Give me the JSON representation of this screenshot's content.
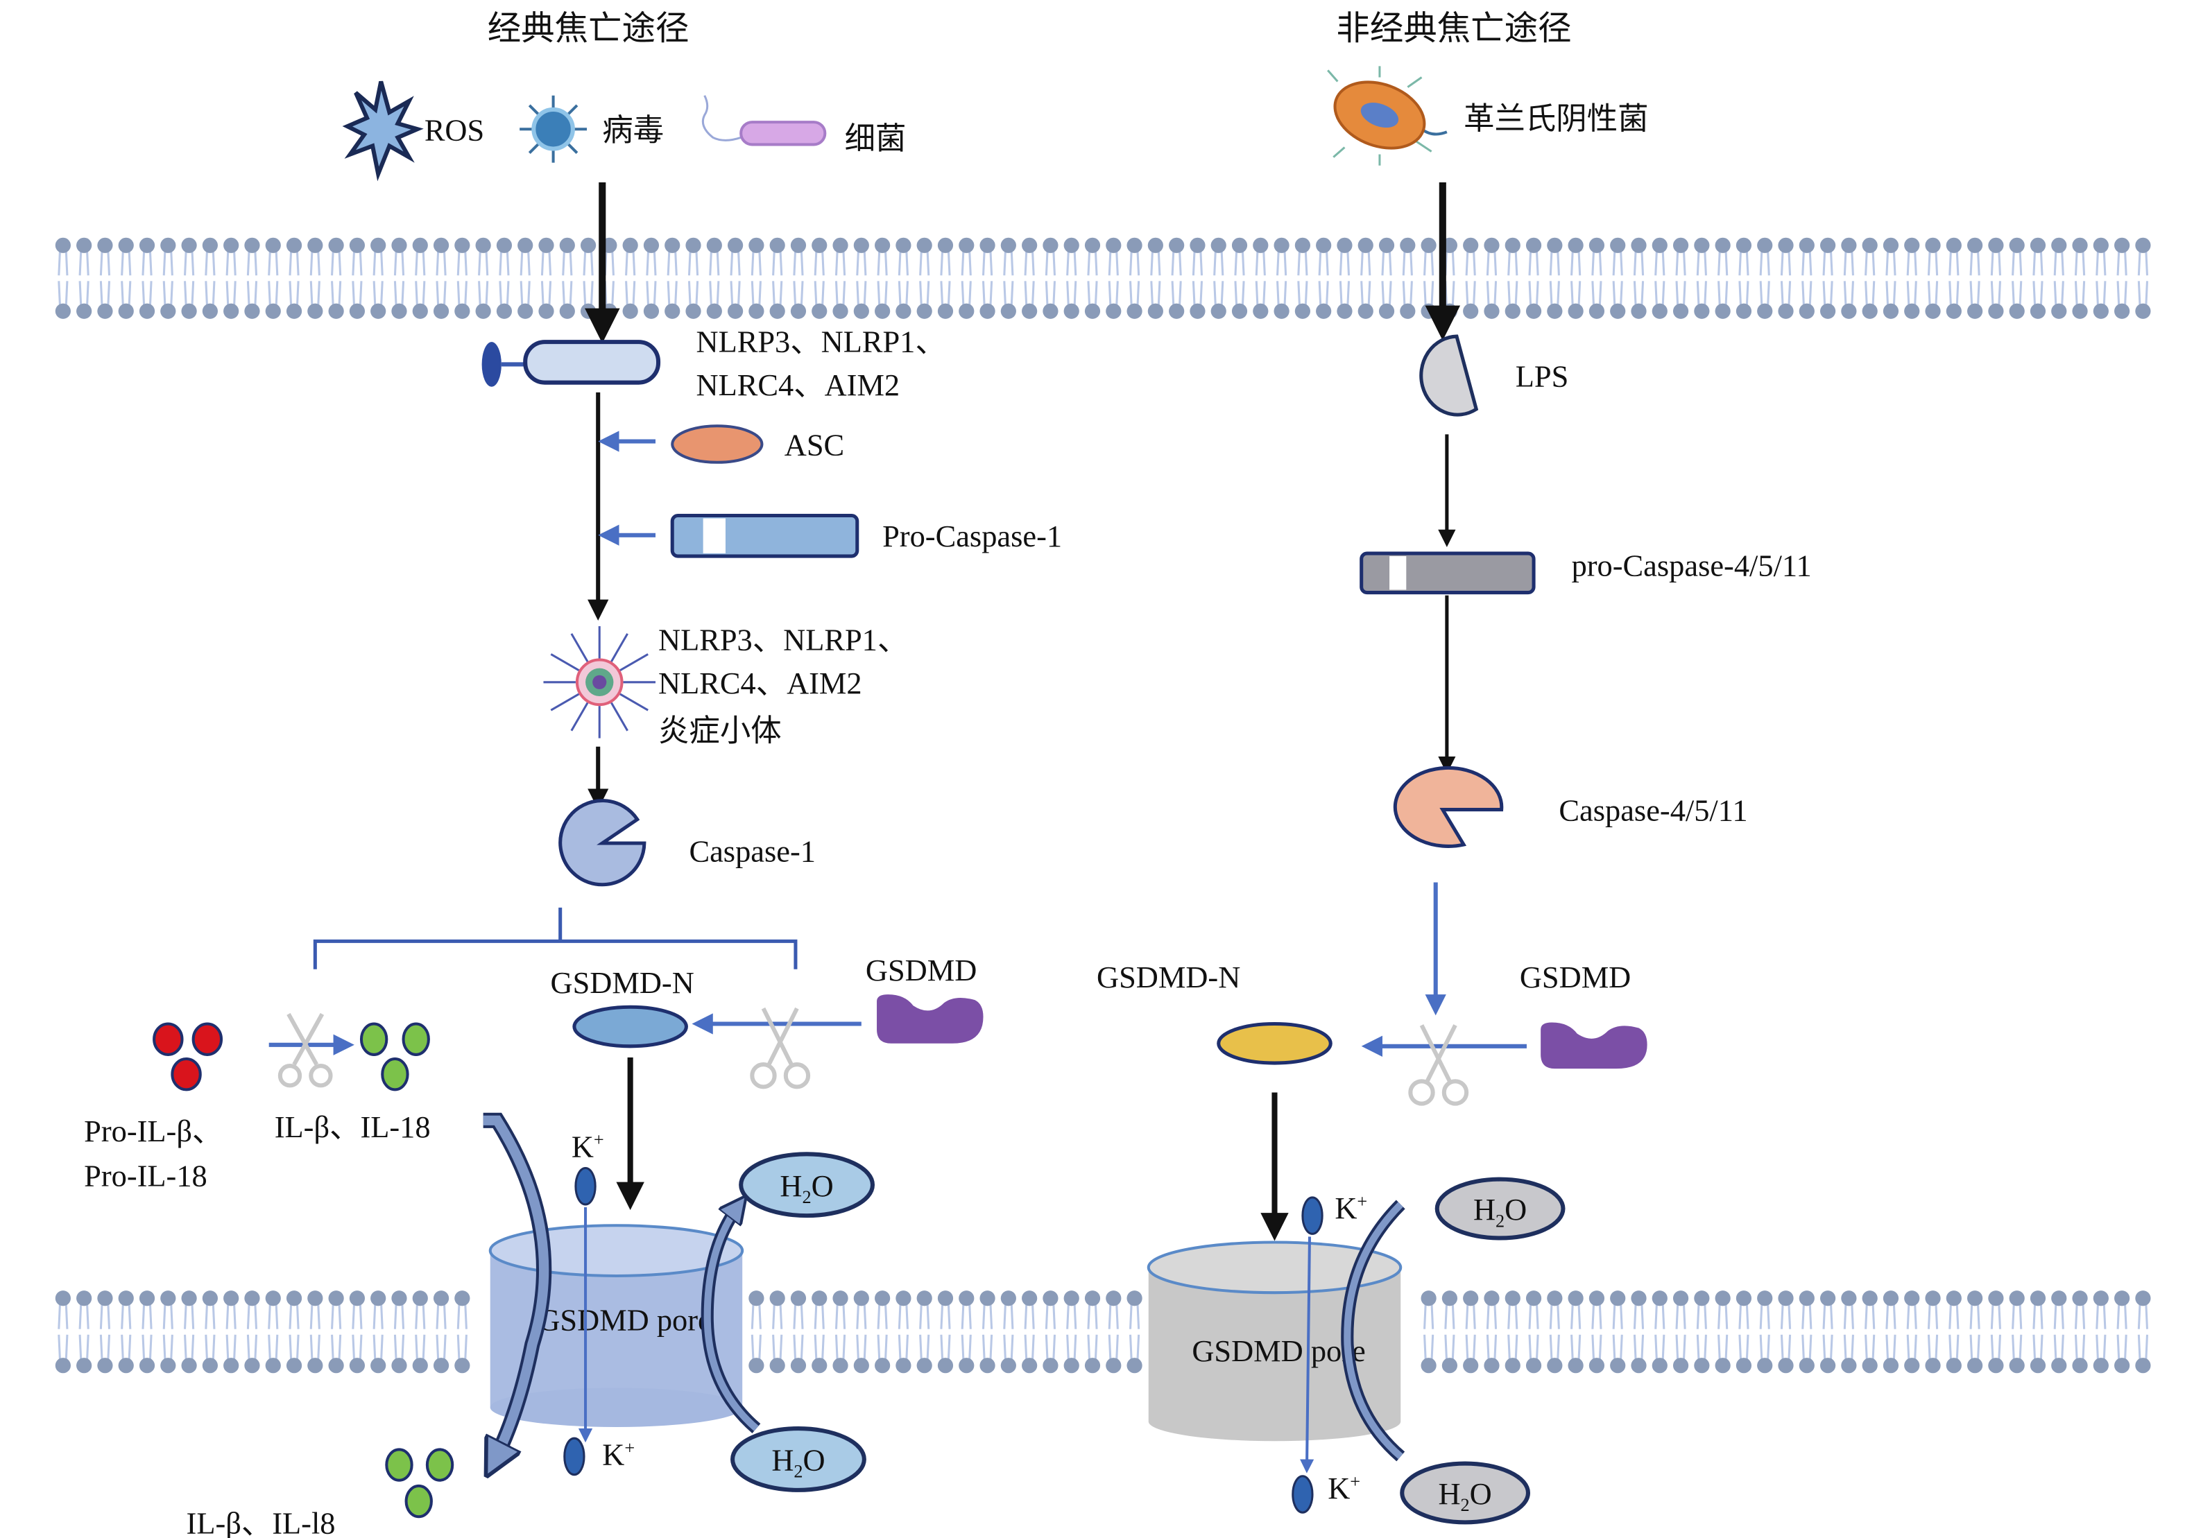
{
  "colors": {
    "membrane_head": "#8a9bb8",
    "membrane_tail": "#b9c8e6",
    "arrow_black": "#111111",
    "arrow_blue": "#4a6fc4",
    "asc": "#e8956f",
    "pro_caspase1": "#8fb4dc",
    "caspase1": "#a9bbe0",
    "gsdmd_n_canonical": "#7ba9d5",
    "gsdmd_n_noncanonical": "#e8c04a",
    "gsdmd": "#7b4fa6",
    "pro_il": "#d9141c",
    "il": "#7cc24a",
    "pore_canonical": "#a5b8e0",
    "pore_noncanonical": "#c8c8c8",
    "h2o_canonical": "#a9cbe6",
    "h2o_noncanonical": "#c8c8cc",
    "pro_caspase4": "#9a9aa2",
    "caspase4": "#f0b49a"
  },
  "canonical": {
    "title": "经典焦亡途径",
    "stimuli": [
      {
        "icon": "ros-burst-icon",
        "label": "ROS"
      },
      {
        "icon": "virus-icon",
        "label": "病毒"
      },
      {
        "icon": "bacterium-icon",
        "label": "细菌"
      }
    ],
    "receptor_label_line1": "NLRP3、NLRP1、",
    "receptor_label_line2": "NLRC4、AIM2",
    "asc_label": "ASC",
    "pro_caspase_label": "Pro-Caspase-1",
    "inflammasome_line1": "NLRP3、NLRP1、",
    "inflammasome_line2": "NLRC4、AIM2",
    "inflammasome_line3": "炎症小体",
    "caspase_label": "Caspase-1",
    "gsdmd_n_label": "GSDMD-N",
    "gsdmd_label": "GSDMD",
    "pro_il_line1": "Pro-IL-β、",
    "pro_il_line2": "Pro-IL-18",
    "il_label": "IL-β、IL-18",
    "k_in": "K",
    "k_out": "K",
    "k_sup": "+",
    "h2o_h": "H",
    "h2o_sub": "2",
    "h2o_o": "O",
    "pore_label": "GSDMD pore",
    "il_released_label": "IL-β、IL-l8"
  },
  "noncanonical": {
    "title": "非经典焦亡途径",
    "stimulus_label": "革兰氏阴性菌",
    "lps_label": "LPS",
    "pro_caspase_label": "pro-Caspase-4/5/11",
    "caspase_label": "Caspase-4/5/11",
    "gsdmd_n_label": "GSDMD-N",
    "gsdmd_label": "GSDMD",
    "k_in": "K",
    "k_out": "K",
    "k_sup": "+",
    "pore_label": "GSDMD pore"
  }
}
